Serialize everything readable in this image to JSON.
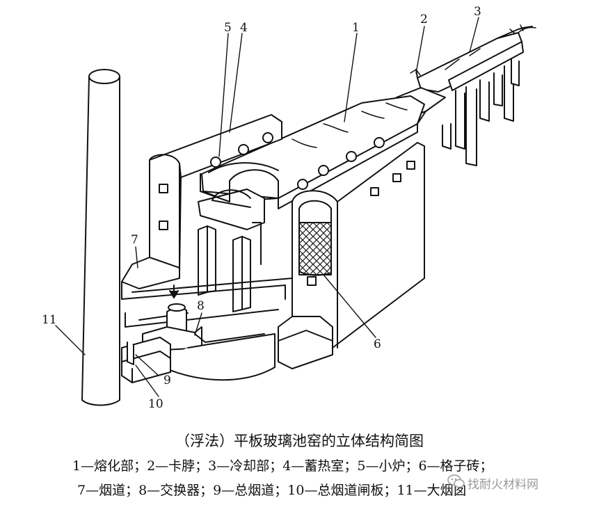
{
  "caption": "（浮法）平板玻璃池窑的立体结构简图",
  "legend": {
    "line1": "1—熔化部；2—卡脖；3—冷却部；4—蓄热室；5—小炉；6—格子砖；",
    "line2": "7—烟道；8—交换器；9—总烟道；10—总烟道闸板；11—大烟囱"
  },
  "watermark": "找耐火材料网",
  "callouts": {
    "c1": "1",
    "c2": "2",
    "c3": "3",
    "c4": "4",
    "c5": "5",
    "c6": "6",
    "c7": "7",
    "c8": "8",
    "c9": "9",
    "c10": "10",
    "c11": "11"
  },
  "colors": {
    "ink": "#111111",
    "hatch": "#222222",
    "watermark": "#9a9a9a"
  }
}
